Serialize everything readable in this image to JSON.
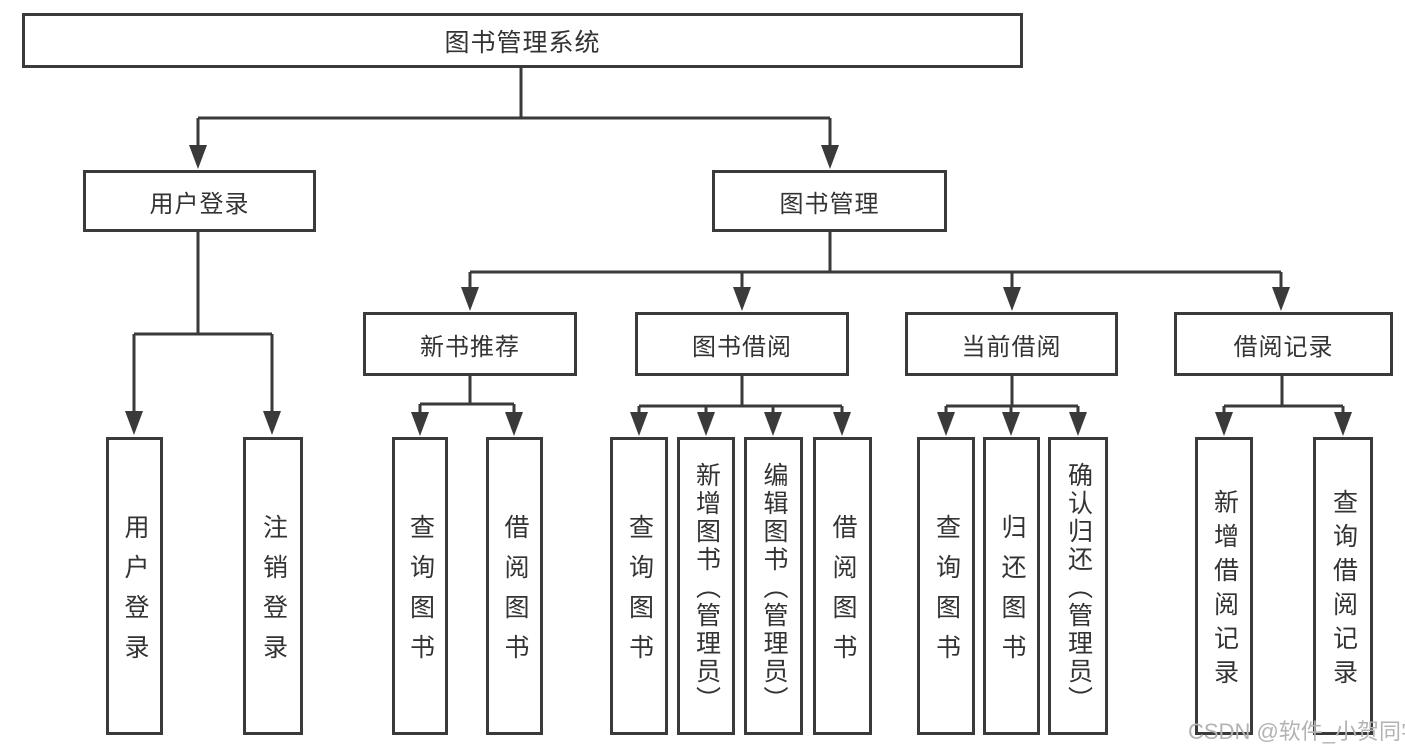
{
  "diagram": {
    "type": "hierarchy-tree",
    "colors": {
      "line": "#3a3a3a",
      "text": "#333333",
      "box_bg": "#ffffff",
      "watermark": "#b3b3b3"
    },
    "root": {
      "label": "图书管理系统"
    },
    "level2": [
      {
        "label": "用户登录",
        "leaves": [
          "用户登录",
          "注销登录"
        ]
      },
      {
        "label": "图书管理",
        "groups": [
          {
            "label": "新书推荐",
            "leaves": [
              "查询图书",
              "借阅图书"
            ]
          },
          {
            "label": "图书借阅",
            "leaves": [
              "查询图书",
              "新增图书（管理员）",
              "编辑图书（管理员）",
              "借阅图书"
            ]
          },
          {
            "label": "当前借阅",
            "leaves": [
              "查询图书",
              "归还图书",
              "确认归还（管理员）"
            ]
          },
          {
            "label": "借阅记录",
            "leaves": [
              "新增借阅记录",
              "查询借阅记录"
            ]
          }
        ]
      }
    ],
    "watermark": "CSDN @软件_小贺同学"
  }
}
